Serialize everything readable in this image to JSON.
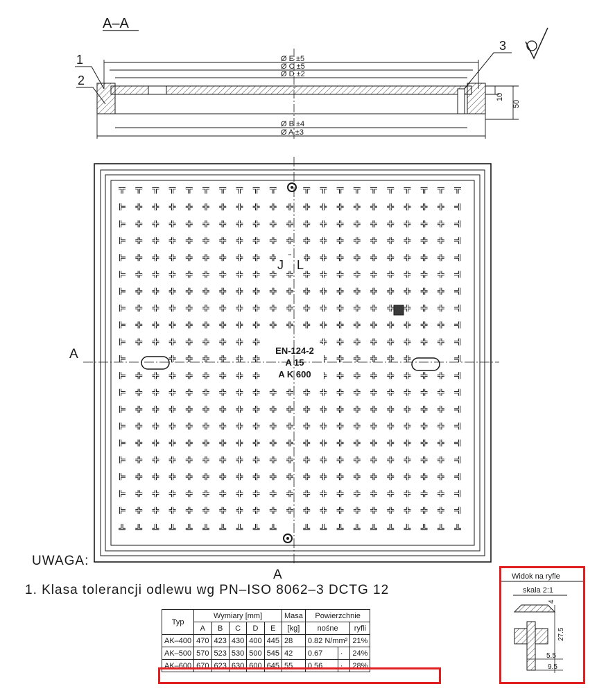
{
  "section": {
    "label": "A–A",
    "symbol_name": "surface-finish-symbol"
  },
  "callouts": [
    "1",
    "2",
    "3"
  ],
  "dims_top": [
    "Ø E ±5",
    "Ø C ±5",
    "Ø D ±2"
  ],
  "dims_bottom": [
    "Ø B ±4",
    "Ø A ±3"
  ],
  "dims_side": [
    "10",
    "50"
  ],
  "plan": {
    "cut_letter": "A",
    "marking": [
      "EN-124-2",
      "A 15",
      "A K 600"
    ],
    "letter_j": "J",
    "letter_l": "L"
  },
  "notes": {
    "title": "UWAGA:",
    "line1": "1. Klasa tolerancji odlewu wg PN–ISO 8062–3   DCTG 12"
  },
  "table": {
    "h_typ": "Typ",
    "h_dims": "Wymiary [mm]",
    "h_masa": "Masa",
    "h_masa_unit": "[kg]",
    "h_surf": "Powierzchnie",
    "cols": [
      "A",
      "B",
      "C",
      "D",
      "E"
    ],
    "h_nosne": "nośne",
    "h_ryfli": "ryfli",
    "rows": [
      {
        "typ": "AK–400",
        "a": "470",
        "b": "423",
        "c": "430",
        "d": "400",
        "e": "445",
        "masa": "28",
        "nosne": "0.82 N/mm²",
        "dot": "",
        "ryfli": "21%"
      },
      {
        "typ": "AK–500",
        "a": "570",
        "b": "523",
        "c": "530",
        "d": "500",
        "e": "545",
        "masa": "42",
        "nosne": "0.67",
        "dot": "·",
        "ryfli": "24%"
      },
      {
        "typ": "AK–600",
        "a": "670",
        "b": "623",
        "c": "630",
        "d": "600",
        "e": "645",
        "masa": "55",
        "nosne": "0.56",
        "dot": "·",
        "ryfli": "28%"
      }
    ]
  },
  "detail": {
    "title": "Widok na ryfle",
    "scale": "skala 2:1",
    "dims": [
      "4",
      "27.5",
      "5.5",
      "9.5"
    ]
  },
  "colors": {
    "ink": "#1a1a1a",
    "highlight": "#e02020"
  }
}
